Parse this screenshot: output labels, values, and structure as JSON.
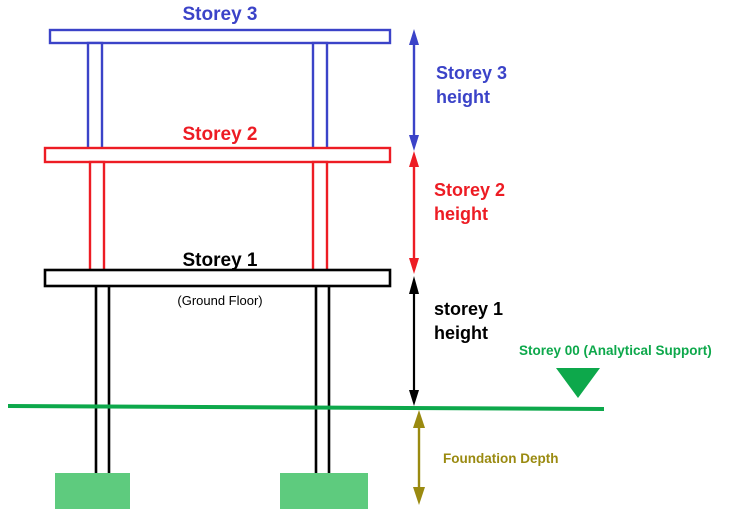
{
  "diagram": {
    "title": "Building storey height and foundation depth diagram",
    "colors": {
      "storey3": "#3B43C8",
      "storey2": "#ED1C24",
      "storey1": "#000000",
      "ground_line": "#0DA84B",
      "support": "#0DA84B",
      "foundation_pad": "#5ECB7E",
      "foundation_depth": "#9A8A10",
      "background": "#FFFFFF"
    },
    "labels": {
      "storey3": "Storey 3",
      "storey2": "Storey 2",
      "storey1": "Storey 1",
      "ground_floor": "(Ground Floor)",
      "storey3_height": "Storey 3",
      "storey3_height2": "height",
      "storey2_height": "Storey 2",
      "storey2_height2": "height",
      "storey1_height": "storey 1",
      "storey1_height2": "height",
      "support": "Storey 00 (Analytical Support)",
      "foundation_depth": "Foundation Depth"
    }
  }
}
